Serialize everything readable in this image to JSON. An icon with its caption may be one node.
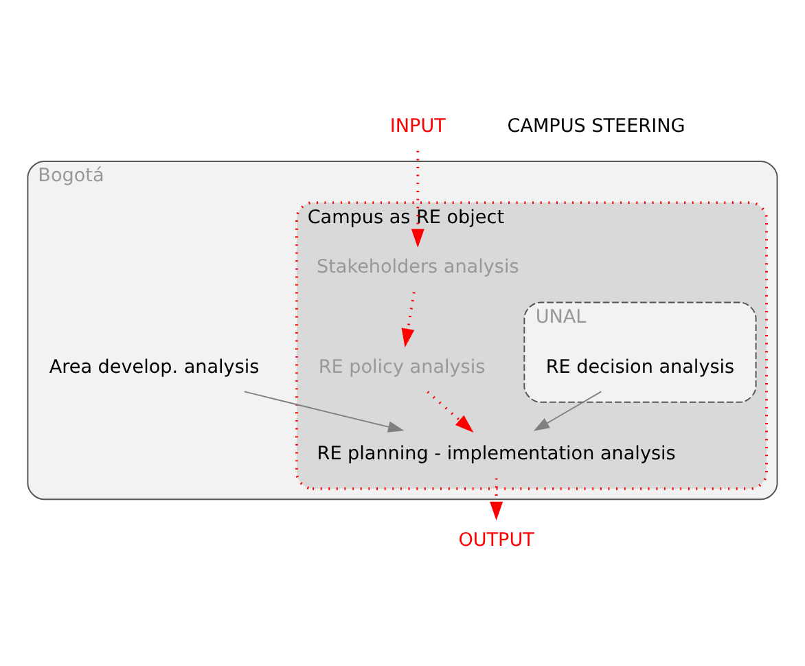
{
  "diagram": {
    "nodes": [
      {
        "text": [
          "Bogotá"
        ]
      },
      {
        "text": [
          "Campus as RE object"
        ],
        "in": 0
      },
      {
        "text": [
          "UNAL"
        ],
        "in": 1
      },
      {
        "text": [
          "Stakeholders analysis"
        ],
        "in": 1
      },
      {
        "text": [
          "RE policy analysis"
        ],
        "in": 1
      },
      {
        "text": [
          "RE planning - implementation analysis"
        ],
        "in": 1
      },
      {
        "text": [
          "RE decision analysis"
        ],
        "in": 2
      },
      {
        "text": [
          "Area develop. analysis"
        ],
        "in": 0
      },
      {
        "text": [
          "INPUT"
        ]
      },
      {
        "text": [
          "OUTPUT"
        ]
      }
    ],
    "edges": [
      {
        "from": 8,
        "to": 3,
        "arrow": "to",
        "style": "dashed"
      },
      {
        "from": 3,
        "to": 4,
        "arrow": "to",
        "style": "dashed"
      },
      {
        "from": 4,
        "to": 5,
        "arrow": "to",
        "style": "dashed"
      },
      {
        "from": 6,
        "to": 5,
        "arrow": "to",
        "color": "#808080"
      },
      {
        "from": 7,
        "to": 5,
        "arrow": "to",
        "color": "#808080"
      },
      {
        "from": 5,
        "to": 9,
        "arrow": "to",
        "style": "dashed"
      }
    ],
    "labels": [
      "CAMPUS STEERING"
    ]
  }
}
